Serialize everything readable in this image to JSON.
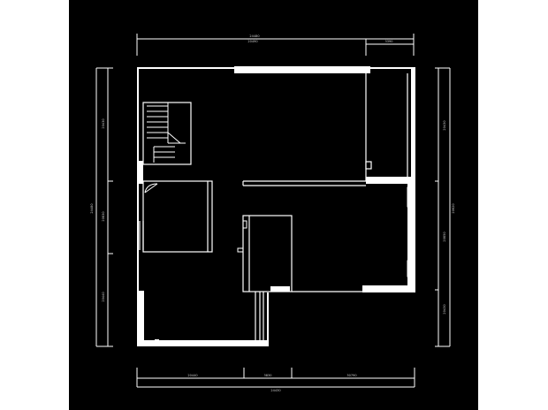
{
  "colors": {
    "background": "#000000",
    "page": "#ffffff",
    "wall": "#ffffff",
    "dimension_line": "#ffffff"
  },
  "plan": {
    "type": "floor-plan",
    "dimensions": {
      "top_span": "24480",
      "top_left": "20490",
      "top_right": "3390",
      "left_span": "24480",
      "left_top": "20430",
      "left_mid": "20830",
      "left_bottom": "20440",
      "right_top": "20430",
      "right_mid_a": "20620",
      "right_mid_b": "20850",
      "right_bottom": "20430",
      "bottom_span": "24430",
      "bottom_left": "20440",
      "bottom_mid": "3830",
      "bottom_right": "30790"
    }
  }
}
